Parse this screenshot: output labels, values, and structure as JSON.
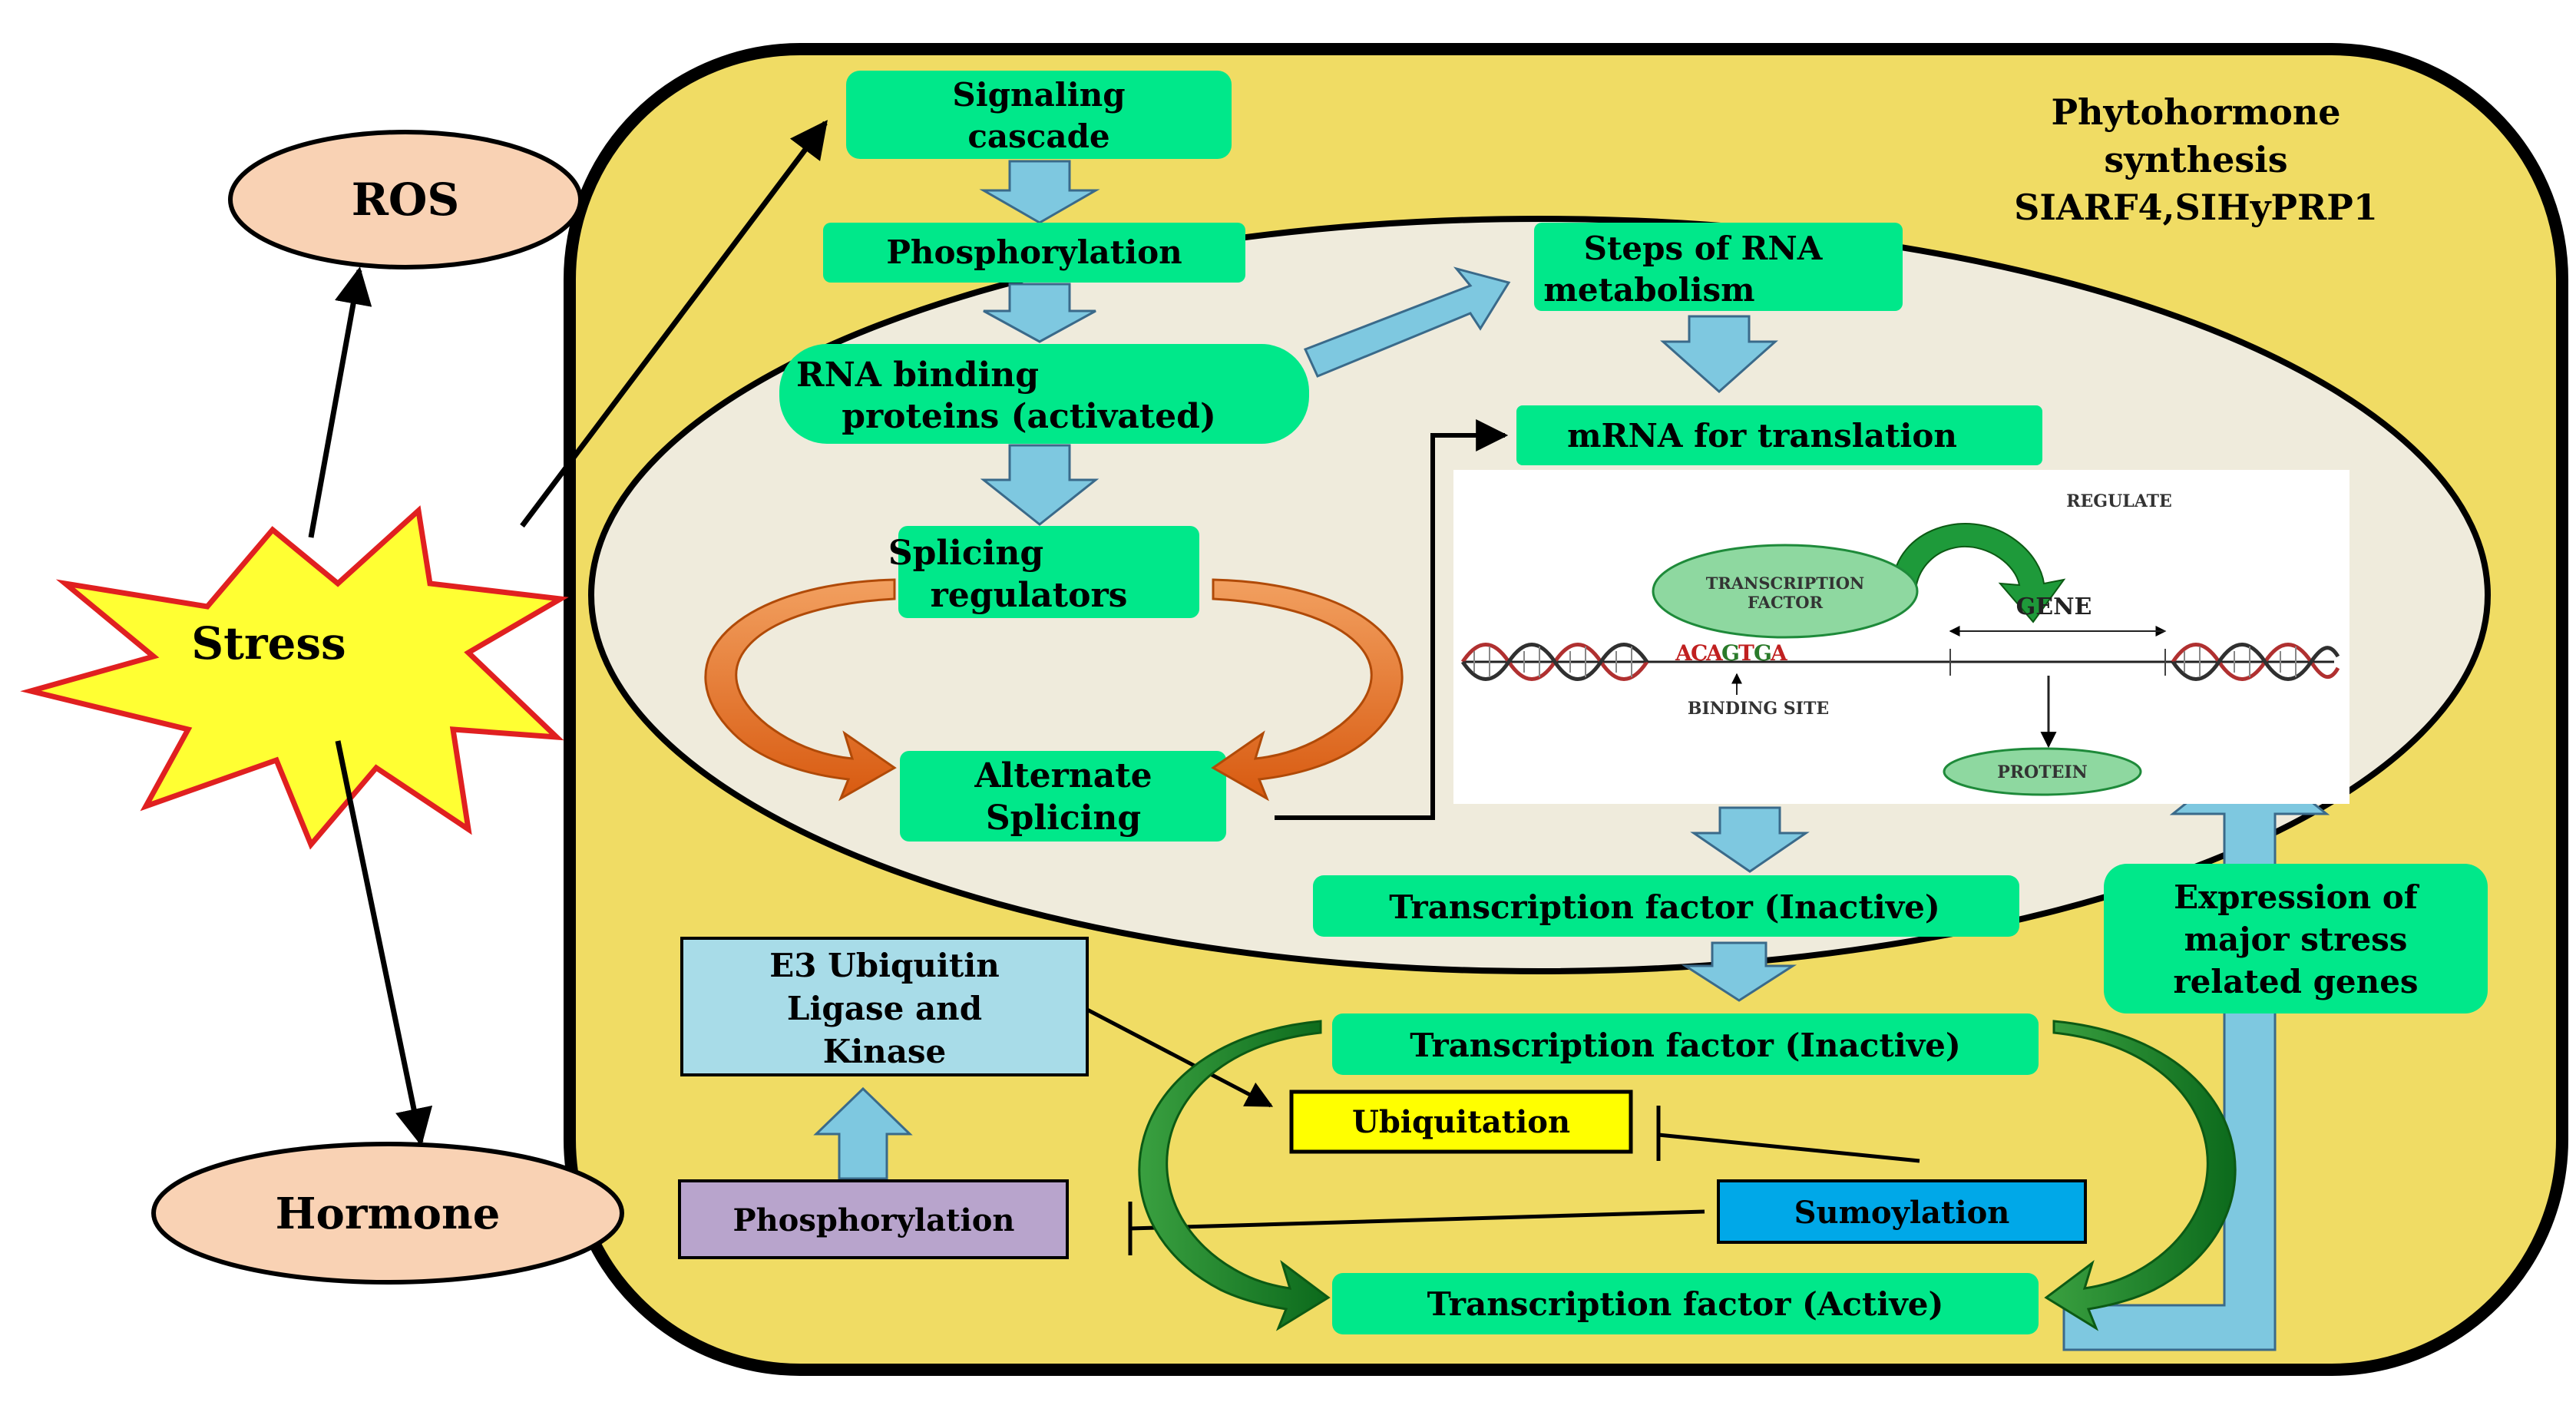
{
  "title": "",
  "external": {
    "ros": "ROS",
    "stress": "Stress",
    "hormone": "Hormone"
  },
  "cell": {
    "phytohormone": [
      "Phytohormone",
      "synthesis",
      "SIARF4,SIHyPRP1"
    ]
  },
  "pathway": {
    "signaling_cascade": [
      "Signaling",
      "cascade"
    ],
    "phosphorylation_top": "Phosphorylation",
    "rna_binding": [
      "RNA binding",
      "proteins (activated)"
    ],
    "splicing_regulators": [
      "Splicing",
      "regulators"
    ],
    "alternate_splicing": [
      "Alternate",
      "Splicing"
    ],
    "rna_metabolism": [
      "Steps of RNA",
      "metabolism"
    ],
    "mrna_translation": "mRNA for translation",
    "tf_inactive_1": "Transcription  factor (Inactive)",
    "tf_inactive_2": "Transcription  factor (Inactive)",
    "tf_active": "Transcription  factor (Active)",
    "expression": [
      "Expression of",
      "major stress",
      "related genes"
    ],
    "e3_ligase": [
      "E3 Ubiquitin",
      "Ligase and",
      "Kinase"
    ],
    "phosphorylation_bottom": "Phosphorylation",
    "ubiquitation": "Ubiquitation",
    "sumoylation": "Sumoylation"
  },
  "inset": {
    "regulate": "REGULATE",
    "transcription_factor": [
      "TRANSCRIPTION",
      "FACTOR"
    ],
    "gene": "GENE",
    "sequence": [
      "A",
      "C",
      "A",
      "G",
      "T",
      "G",
      "A"
    ],
    "binding_site": "BINDING SITE",
    "protein": "PROTEIN"
  },
  "colors": {
    "cell_fill": "#f0dc64",
    "nucleus_fill": "#efebdc",
    "box_green": "#00e88a",
    "arrow_blue": "#7ec8e0",
    "arrow_orange": "#e8742a",
    "arrow_green": "#1e8a2a",
    "oval_peach": "#f9d2b4",
    "star_yellow": "#ffff33",
    "star_red": "#e02020",
    "e3_box": "#a8dce8",
    "phos_box": "#b8a4cc",
    "ubiq_box": "#ffff00",
    "sumo_box": "#00a8e8"
  }
}
